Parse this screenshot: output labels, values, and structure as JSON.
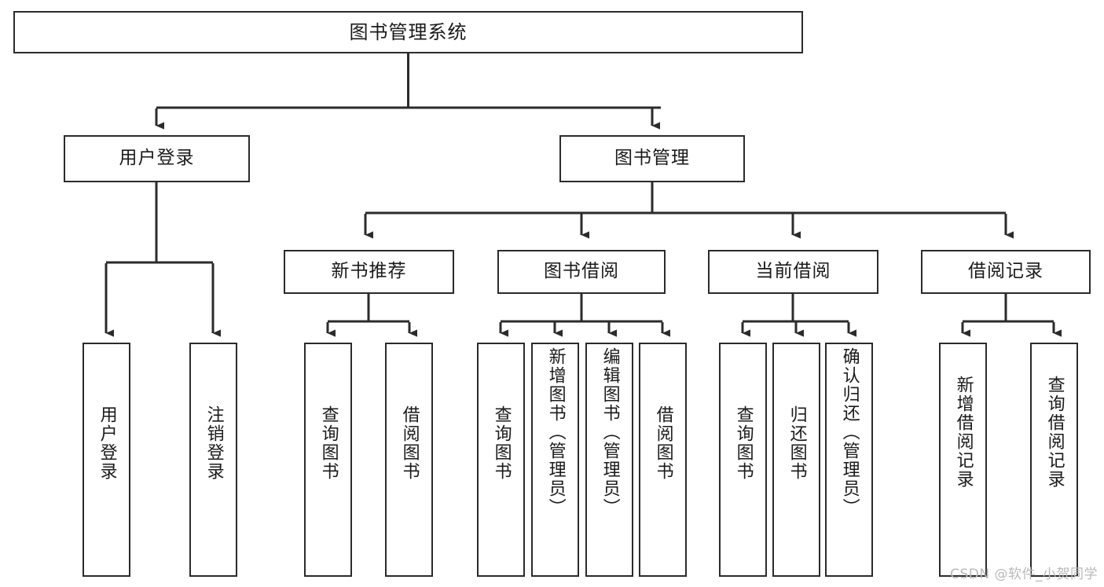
{
  "diagram": {
    "type": "tree",
    "title": "图书管理系统",
    "orientation": "top-down",
    "edge_color": "#2b2b2b",
    "node_border_color": "#2b2b2b",
    "node_fill_color": "#ffffff",
    "text_color": "#1a1a1a"
  },
  "root": {
    "label": "图书管理系统"
  },
  "level2": [
    {
      "label": "用户登录"
    },
    {
      "label": "图书管理"
    }
  ],
  "level3": [
    {
      "label": "新书推荐"
    },
    {
      "label": "图书借阅"
    },
    {
      "label": "当前借阅"
    },
    {
      "label": "借阅记录"
    }
  ],
  "leaves": {
    "user_login": [
      {
        "label": "用户登录"
      },
      {
        "label": "注销登录"
      }
    ],
    "new_book_recommend": [
      {
        "label": "查询图书"
      },
      {
        "label": "借阅图书"
      }
    ],
    "book_borrow": [
      {
        "label": "查询图书"
      },
      {
        "label": "新增图书（管理员）"
      },
      {
        "label": "编辑图书（管理员）"
      },
      {
        "label": "借阅图书"
      }
    ],
    "current_borrow": [
      {
        "label": "查询图书"
      },
      {
        "label": "归还图书"
      },
      {
        "label": "确认归还（管理员）"
      }
    ],
    "borrow_record": [
      {
        "label": "新增借阅记录"
      },
      {
        "label": "查询借阅记录"
      }
    ]
  },
  "watermark": {
    "text": "CSDN @软件_小贺同学"
  }
}
